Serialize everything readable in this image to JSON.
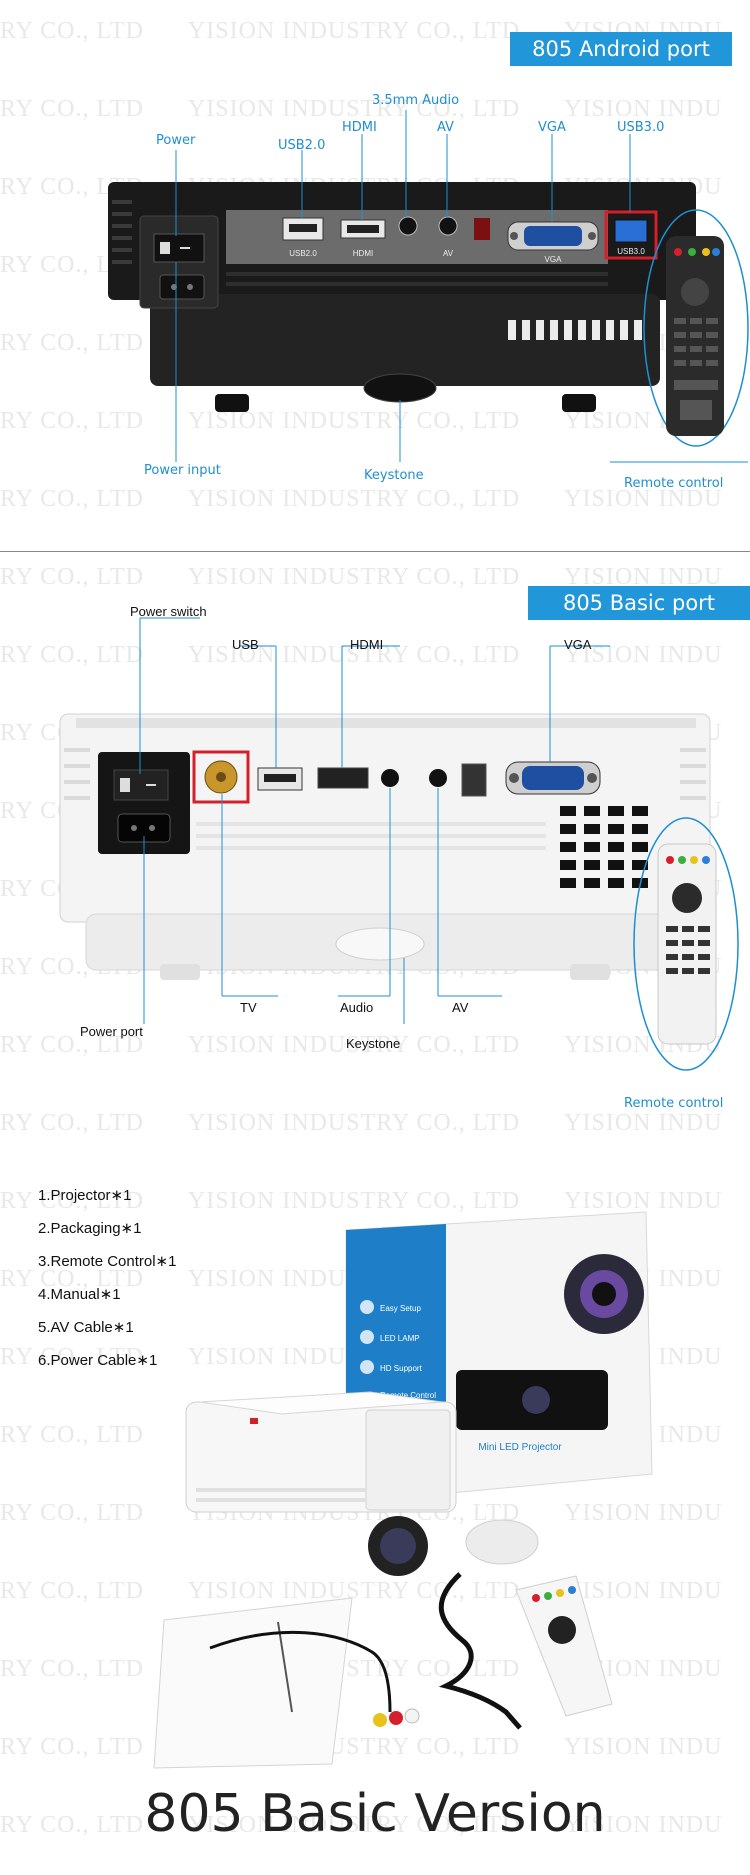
{
  "watermark": "YISION INDUSTRY CO., LTD",
  "watermark_partial_left": "RY CO., LTD",
  "watermark_partial_right": "YISION INDU",
  "android": {
    "banner": "805 Android port",
    "labels": {
      "audio": "3.5mm Audio",
      "hdmi": "HDMI",
      "av": "AV",
      "vga": "VGA",
      "usb3": "USB3.0",
      "power": "Power",
      "usb2": "USB2.0",
      "power_input": "Power input",
      "keystone": "Keystone",
      "remote": "Remote control"
    },
    "port_print": {
      "usb2": "USB2.0",
      "hdmi": "HDMI",
      "av": "AV",
      "vga": "VGA",
      "usb3": "USB3.0"
    }
  },
  "basic": {
    "banner": "805 Basic port",
    "labels": {
      "power_switch": "Power switch",
      "usb": "USB",
      "hdmi": "HDMI",
      "vga": "VGA",
      "power_port": "Power port",
      "tv": "TV",
      "audio": "Audio",
      "av": "AV",
      "keystone": "Keystone",
      "remote": "Remote control"
    }
  },
  "package": {
    "items": [
      "1.Projector∗1",
      "2.Packaging∗1",
      "3.Remote Control∗1",
      "4.Manual∗1",
      "5.AV Cable∗1",
      "6.Power Cable∗1"
    ],
    "box_label": "Mini LED Projector",
    "box_features": [
      "Easy Setup",
      "LED LAMP",
      "HD Support",
      "Remote Control"
    ]
  },
  "title": "805 Basic Version",
  "colors": {
    "accent": "#2196d9",
    "highlight": "#d4202a",
    "projector_black": "#1a1a1a",
    "projector_white": "#f4f4f4"
  }
}
